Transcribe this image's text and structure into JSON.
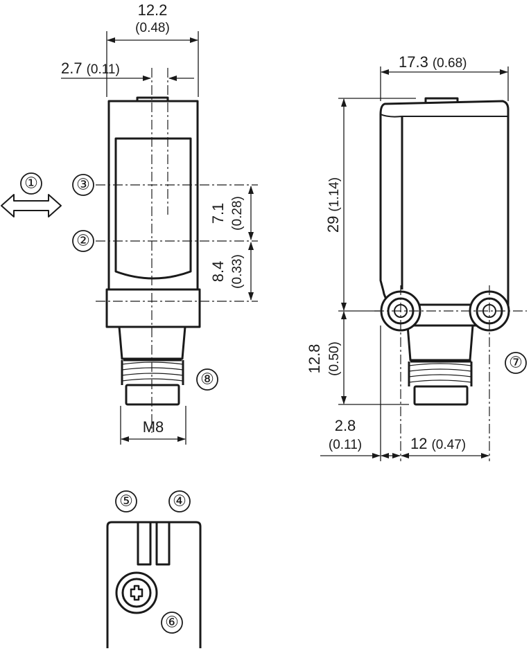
{
  "front_view": {
    "width_dim": "12.2",
    "width_dim_inch": "(0.48)",
    "offset_dim": "2.7",
    "offset_dim_inch": "(0.11)",
    "upper_dim": "7.1",
    "upper_dim_inch": "(0.28)",
    "lower_dim": "8.4",
    "lower_dim_inch": "(0.33)",
    "thread_label": "M8"
  },
  "side_view": {
    "width_dim": "17.3",
    "width_dim_inch": "(0.68)",
    "height_dim": "29",
    "height_dim_inch": "(1.14)",
    "connector_dim": "12.8",
    "connector_dim_inch": "(0.50)",
    "left_offset_dim": "2.8",
    "left_offset_dim_inch": "(0.11)",
    "hole_spacing_dim": "12",
    "hole_spacing_dim_inch": "(0.47)"
  },
  "callouts": {
    "c1": "①",
    "c2": "②",
    "c3": "③",
    "c4": "④",
    "c5": "⑤",
    "c6": "⑥",
    "c7": "⑦",
    "c8": "⑧"
  }
}
